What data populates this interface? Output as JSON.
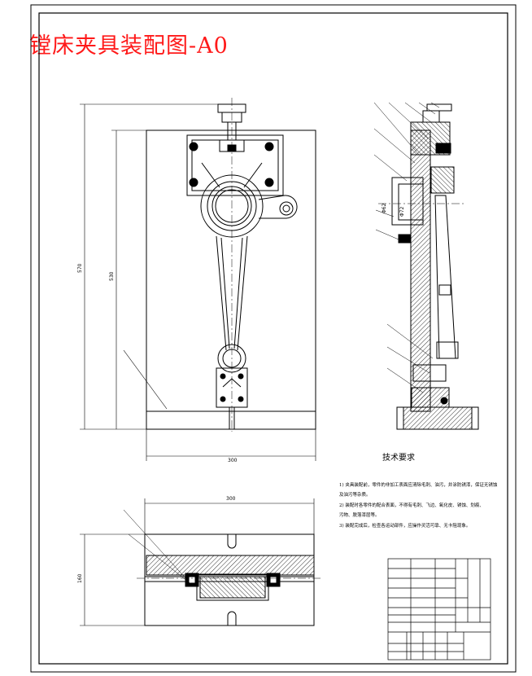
{
  "drawing": {
    "title": "镗床夹具装配图-A0"
  },
  "dimensions": {
    "front_overall_height": "570",
    "front_inner_height": "530",
    "front_width": "300",
    "plan_width": "300",
    "plan_height": "160",
    "bore_diameter_1": "Φ62",
    "bore_diameter_2": "Φ72"
  },
  "technical_requirements": {
    "heading": "技术要求",
    "lines": [
      "1) 夹具装配前，零件的非加工表面应清除毛刺、油污，并涂防锈漆，保证无锈蚀",
      "及油污等杂质。",
      "2) 装配时各零件的配合表面，不得有毛刺、飞边、氧化皮、锈蚀、划痕、",
      "污物、脱落漆层等。",
      "3) 装配完成后，检查各运动部件，应操作灵活可靠、无卡阻现象。"
    ]
  },
  "colors": {
    "title": "#ff1a1a",
    "line": "#000000",
    "background": "#ffffff"
  }
}
